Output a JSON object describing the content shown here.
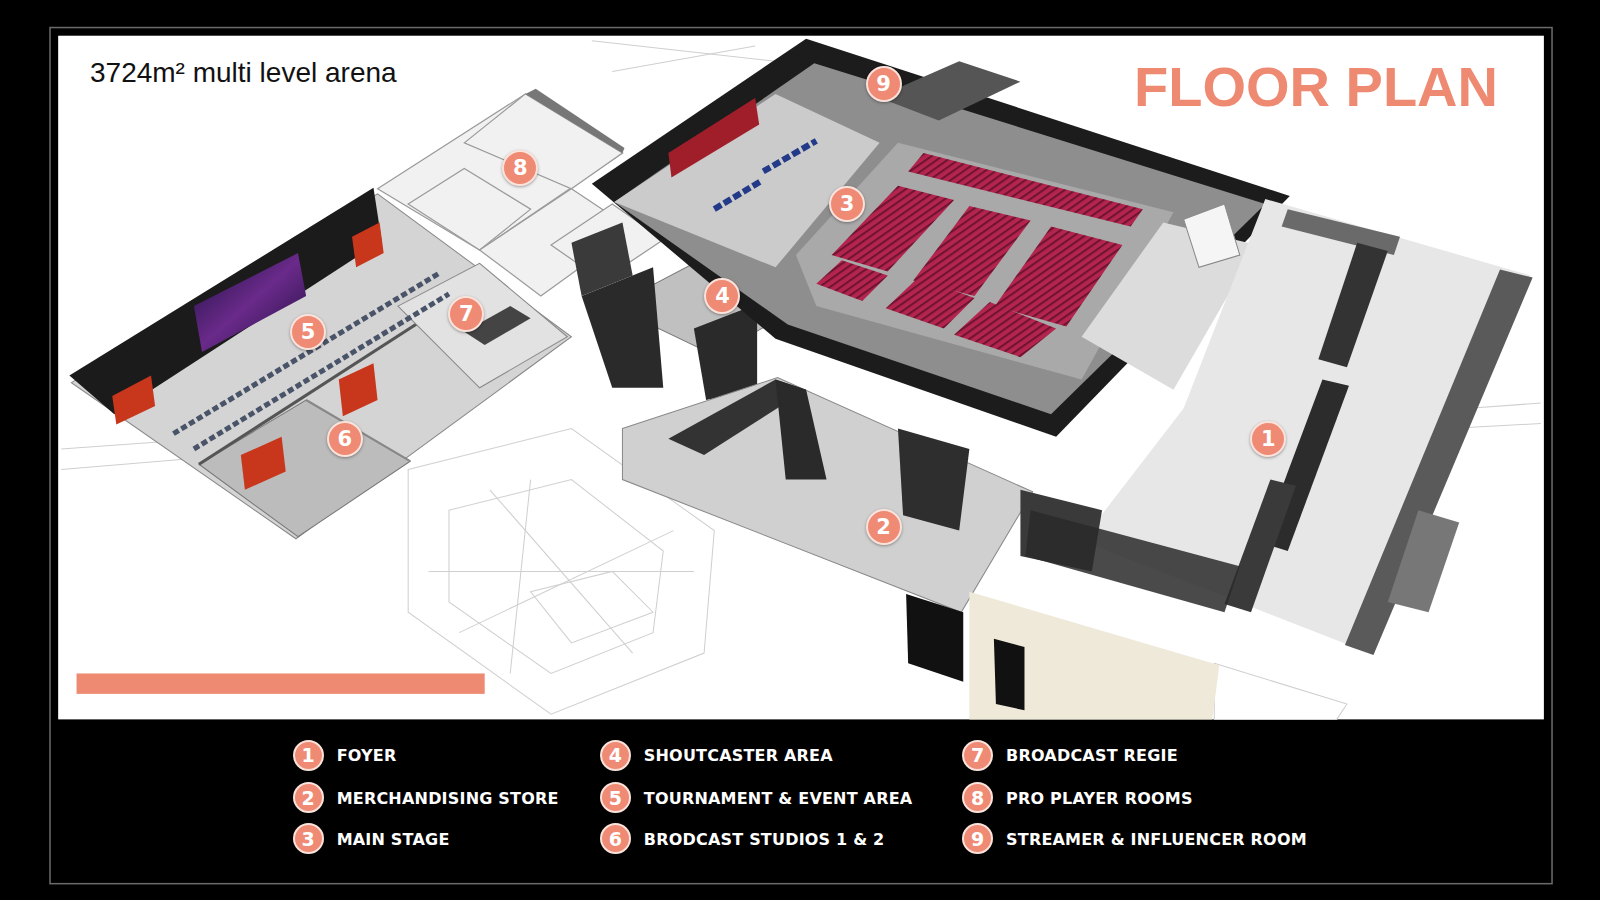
{
  "diagram": {
    "title": "FLOOR PLAN",
    "nodes": [
      {
        "text": [
          "9"
        ]
      },
      {
        "text": [
          "8"
        ]
      },
      {
        "text": [
          "3"
        ]
      },
      {
        "text": [
          "4"
        ]
      },
      {
        "text": [
          "7"
        ]
      },
      {
        "text": [
          "5"
        ]
      },
      {
        "text": [
          "1"
        ]
      },
      {
        "text": [
          "6"
        ]
      },
      {
        "text": [
          "2"
        ]
      },
      {
        "text": [
          "1",
          "FOYER"
        ]
      },
      {
        "text": [
          "4",
          "SHOUTCASTER AREA"
        ]
      },
      {
        "text": [
          "7",
          "BROADCAST REGIE"
        ]
      },
      {
        "text": [
          "2",
          "MERCHANDISING STORE"
        ]
      },
      {
        "text": [
          "5",
          "TOURNAMENT & EVENT AREA"
        ]
      },
      {
        "text": [
          "8",
          "PRO PLAYER ROOMS"
        ]
      },
      {
        "text": [
          "3",
          "MAIN STAGE"
        ]
      },
      {
        "text": [
          "6",
          "BRODCAST STUDIOS 1 & 2"
        ]
      },
      {
        "text": [
          "9",
          "STREAMER & INFLUENCER ROOM"
        ]
      }
    ],
    "labels": [
      "3724m² multi level arena"
    ]
  }
}
